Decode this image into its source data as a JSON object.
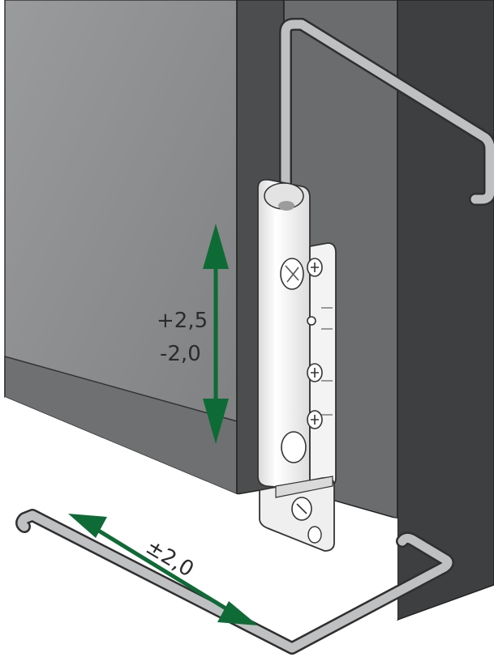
{
  "labels": {
    "vertical_plus": "+2,5",
    "vertical_minus": "-2,0",
    "horizontal": "±2,0"
  },
  "colors": {
    "arrow": "#0f6b35",
    "door_face": "#8a8b8d",
    "door_edge": "#4a4c4e",
    "frame_front": "#5c5e60",
    "frame_side": "#3f4143",
    "hinge_body": "#f2f2f2",
    "hex_key": "#b8b9bb"
  }
}
